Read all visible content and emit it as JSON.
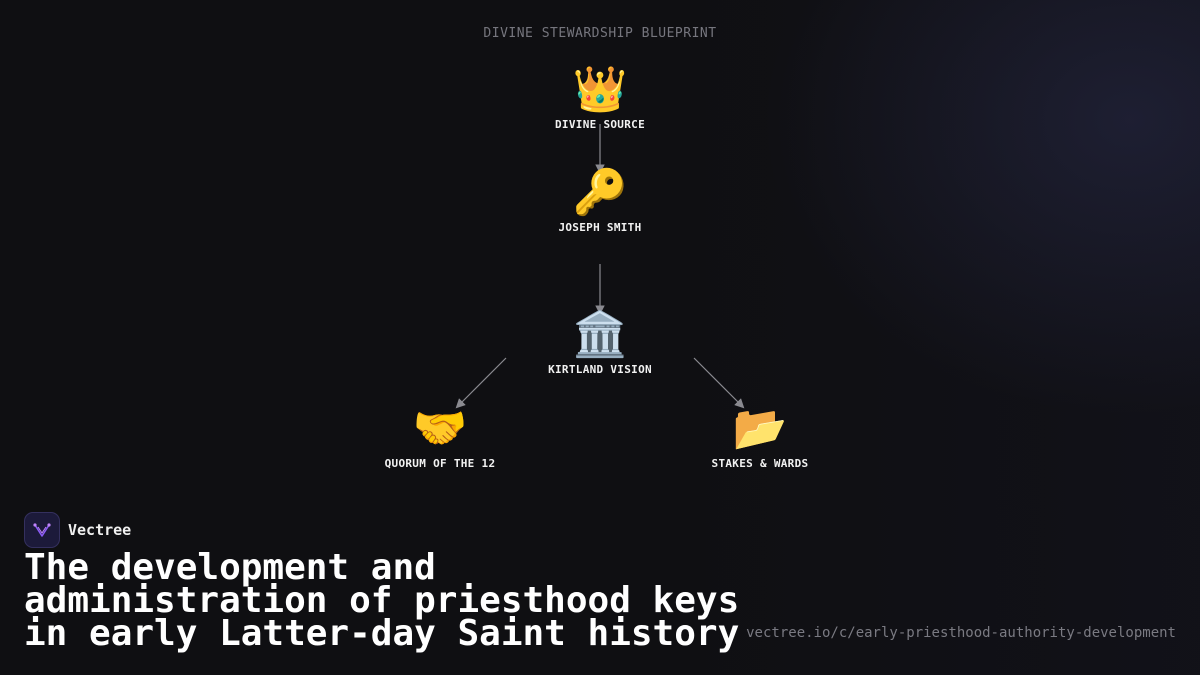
{
  "diagram": {
    "title": "DIVINE STEWARDSHIP BLUEPRINT",
    "nodes": [
      {
        "id": "divine-source",
        "icon": "👑",
        "icon_name": "crown-icon",
        "label": "DIVINE SOURCE"
      },
      {
        "id": "joseph-smith",
        "icon": "🔑",
        "icon_name": "key-icon",
        "label": "JOSEPH SMITH"
      },
      {
        "id": "kirtland-vision",
        "icon": "🏛️",
        "icon_name": "classical-building-icon",
        "label": "KIRTLAND VISION"
      },
      {
        "id": "quorum-of-12",
        "icon": "🤝",
        "icon_name": "handshake-icon",
        "label": "QUORUM OF THE 12"
      },
      {
        "id": "stakes-wards",
        "icon": "📂",
        "icon_name": "open-folder-icon",
        "label": "STAKES & WARDS"
      }
    ],
    "edges": [
      {
        "from": "divine-source",
        "to": "joseph-smith"
      },
      {
        "from": "joseph-smith",
        "to": "kirtland-vision"
      },
      {
        "from": "kirtland-vision",
        "to": "quorum-of-12"
      },
      {
        "from": "kirtland-vision",
        "to": "stakes-wards"
      }
    ],
    "colors": {
      "edge": "#8a8a90",
      "label": "#f2f2f2",
      "title": "#76767e"
    }
  },
  "brand": {
    "name": "Vectree",
    "logo_icon": "vectree-logo-icon",
    "accent": "#8b5cf6"
  },
  "headline": {
    "lines": [
      "The development and",
      "administration of priesthood keys",
      "in early Latter-day Saint history"
    ]
  },
  "url": "vectree.io/c/early-priesthood-authority-development"
}
